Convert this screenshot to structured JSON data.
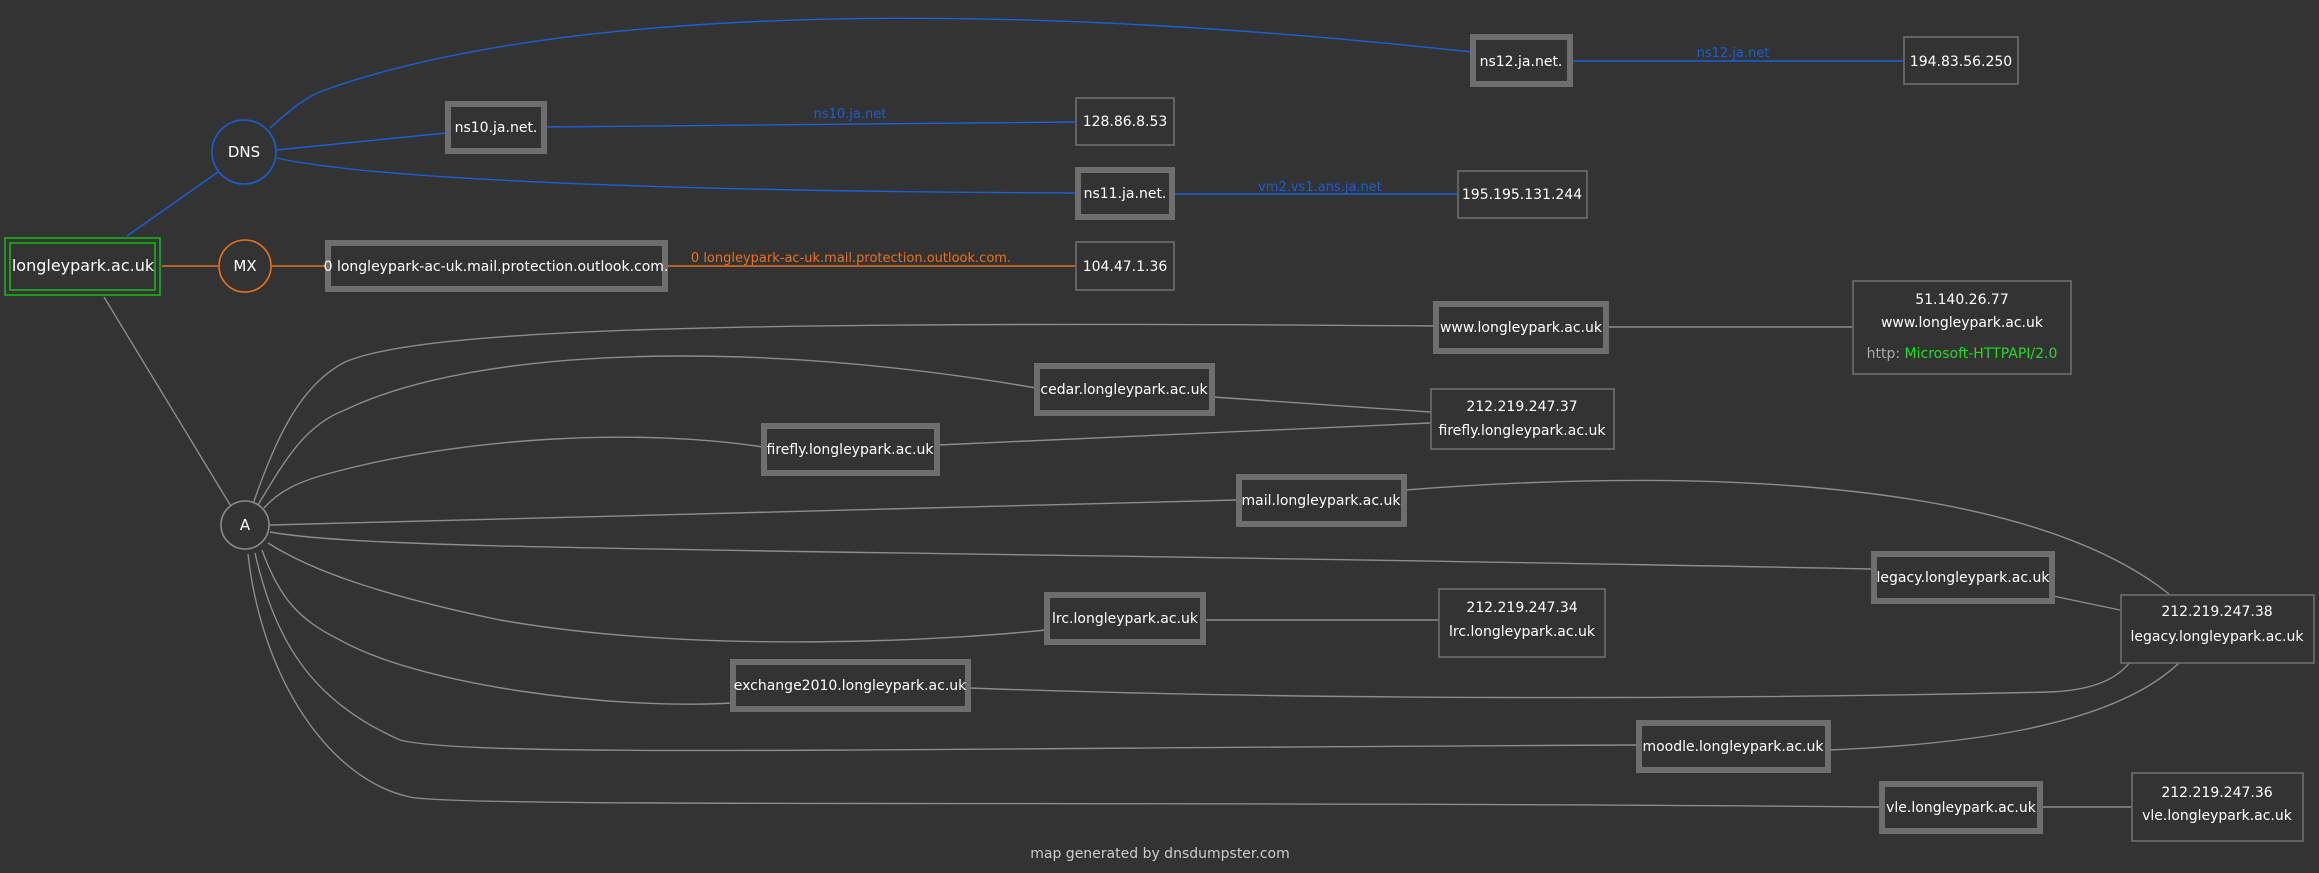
{
  "colors": {
    "background": "#333333",
    "dns": "#1a5fd6",
    "mx": "#e8711f",
    "a": "#8c8c8c",
    "root": "#18b418",
    "box_border": "#6e6e6e",
    "text": "#ffffff",
    "http_label": "#aaaaaa",
    "http_value": "#22dd22",
    "footer": "#cccccc"
  },
  "root": {
    "label": "longleypark.ac.uk"
  },
  "hubs": {
    "dns": "DNS",
    "mx": "MX",
    "a": "A"
  },
  "dns_records": [
    {
      "host": "ns12.ja.net.",
      "edge_label": "ns12.ja.net",
      "ip": "194.83.56.250"
    },
    {
      "host": "ns10.ja.net.",
      "edge_label": "ns10.ja.net",
      "ip": "128.86.8.53"
    },
    {
      "host": "ns11.ja.net.",
      "edge_label": "vm2.vs1.ans.ja.net",
      "ip": "195.195.131.244"
    }
  ],
  "mx_records": [
    {
      "host": "0 longleypark-ac-uk.mail.protection.outlook.com.",
      "edge_label": "0 longleypark-ac-uk.mail.protection.outlook.com.",
      "ip": "104.47.1.36"
    }
  ],
  "a_hosts": [
    "www.longleypark.ac.uk",
    "cedar.longleypark.ac.uk",
    "firefly.longleypark.ac.uk",
    "mail.longleypark.ac.uk",
    "legacy.longleypark.ac.uk",
    "lrc.longleypark.ac.uk",
    "exchange2010.longleypark.ac.uk",
    "moodle.longleypark.ac.uk",
    "vle.longleypark.ac.uk"
  ],
  "ip_boxes": [
    {
      "ip": "51.140.26.77",
      "name": "www.longleypark.ac.uk",
      "http_label": "http:",
      "http_value": "Microsoft-HTTPAPI/2.0"
    },
    {
      "ip": "212.219.247.37",
      "name": "firefly.longleypark.ac.uk"
    },
    {
      "ip": "212.219.247.34",
      "name": "lrc.longleypark.ac.uk"
    },
    {
      "ip": "212.219.247.38",
      "name": "legacy.longleypark.ac.uk"
    },
    {
      "ip": "212.219.247.36",
      "name": "vle.longleypark.ac.uk"
    }
  ],
  "footer": "map generated by dnsdumpster.com"
}
